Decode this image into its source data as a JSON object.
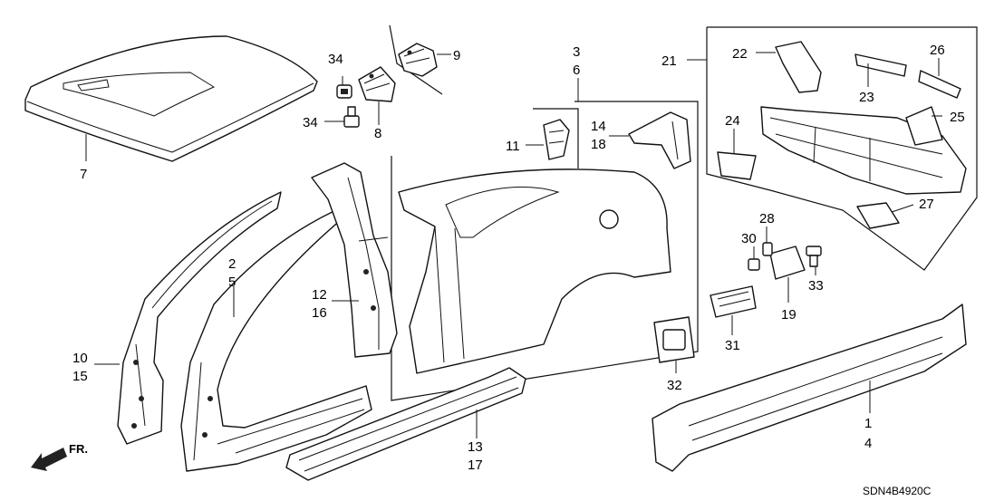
{
  "callouts": {
    "c1": "1",
    "c2": "2",
    "c3": "3",
    "c4": "4",
    "c5": "5",
    "c6": "6",
    "c7": "7",
    "c8": "8",
    "c9": "9",
    "c10": "10",
    "c11": "11",
    "c12": "12",
    "c13": "13",
    "c14": "14",
    "c15": "15",
    "c16": "16",
    "c17": "17",
    "c18": "18",
    "c19": "19",
    "c21": "21",
    "c22": "22",
    "c23": "23",
    "c24": "24",
    "c25": "25",
    "c26": "26",
    "c27": "27",
    "c28": "28",
    "c30": "30",
    "c31": "31",
    "c32": "32",
    "c33": "33",
    "c34a": "34",
    "c34b": "34"
  },
  "direction_label": "FR.",
  "diagram_code": "SDN4B4920C"
}
